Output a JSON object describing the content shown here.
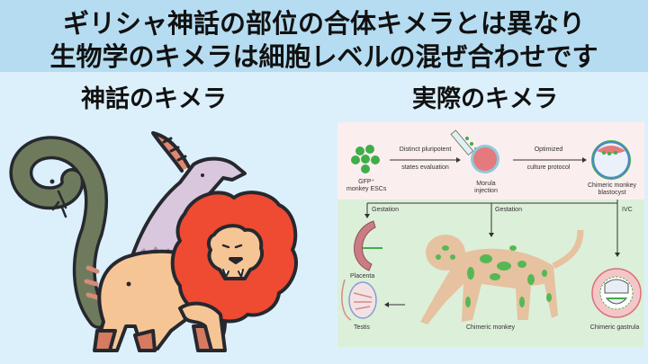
{
  "header": {
    "line1": "ギリシャ神話の部位の合体キメラとは異なり",
    "line2": "生物学のキメラは細胞レベルの混ぜ合わせです",
    "background": "#b5dcf1"
  },
  "sections": {
    "left_title": "神話のキメラ",
    "right_title": "実際のキメラ"
  },
  "illustration": {
    "name": "chimera-illustration",
    "parts": [
      "snake-tail",
      "goat-head",
      "lion-head",
      "lion-body"
    ]
  },
  "figure": {
    "top_labels": {
      "esc": [
        "GFP⁺",
        "monkey ESCs"
      ],
      "arrow1": [
        "Distinct pluripotent",
        "states evaluation"
      ],
      "morula": [
        "Morula",
        "injection"
      ],
      "arrow2": [
        "Optimized",
        "culture protocol"
      ],
      "blastocyst": [
        "Chimeric monkey",
        "blastocyst"
      ]
    },
    "branch_labels": {
      "left": "Gestation",
      "middle": "Gestation",
      "right": "IVC"
    },
    "bottom_labels": {
      "placenta": "Placenta",
      "testis": "Testis",
      "monkey": "Chimeric monkey",
      "gastrula": "Chimeric gastrula"
    },
    "colors": {
      "top_bg": "#fbeeee",
      "bottom_bg": "#dcefd9",
      "green_cell": "#3fae49"
    }
  }
}
